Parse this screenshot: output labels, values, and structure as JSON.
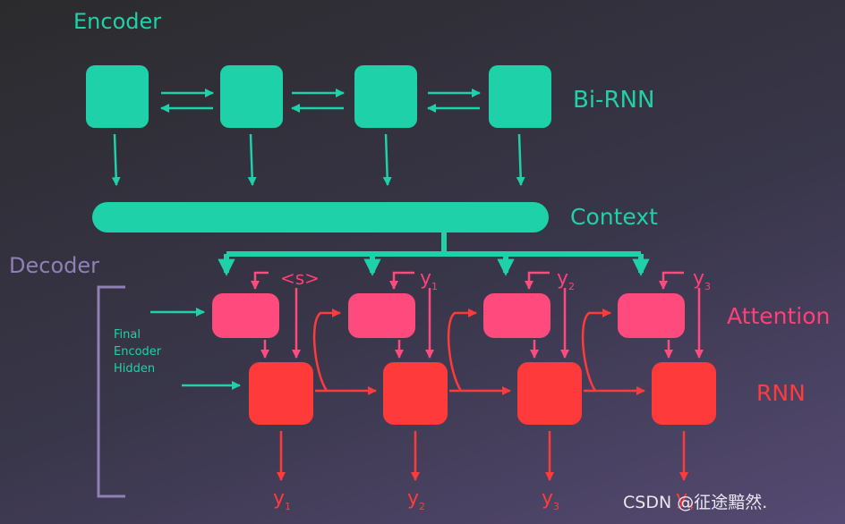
{
  "colors": {
    "teal": "#1fd1a8",
    "attention": "#ff4a7d",
    "rnn": "#ff3a3a",
    "bracket": "#8f80b5",
    "text_light": "#e7e7ee"
  },
  "labels": {
    "encoder": "Encoder",
    "bi_rnn": "Bi-RNN",
    "context": "Context",
    "decoder": "Decoder",
    "attention": "Attention",
    "rnn": "RNN",
    "final_encoder_hidden": [
      "Final",
      "Encoder",
      "Hidden"
    ],
    "watermark": "CSDN @征途黯然."
  },
  "decoder_inputs": [
    {
      "base": "<s>",
      "sub": ""
    },
    {
      "base": "y",
      "sub": "1"
    },
    {
      "base": "y",
      "sub": "2"
    },
    {
      "base": "y",
      "sub": "3"
    }
  ],
  "decoder_outputs": [
    {
      "base": "y",
      "sub": "1"
    },
    {
      "base": "y",
      "sub": "2"
    },
    {
      "base": "y",
      "sub": "3"
    },
    {
      "base": "y",
      "sub": "4"
    }
  ]
}
